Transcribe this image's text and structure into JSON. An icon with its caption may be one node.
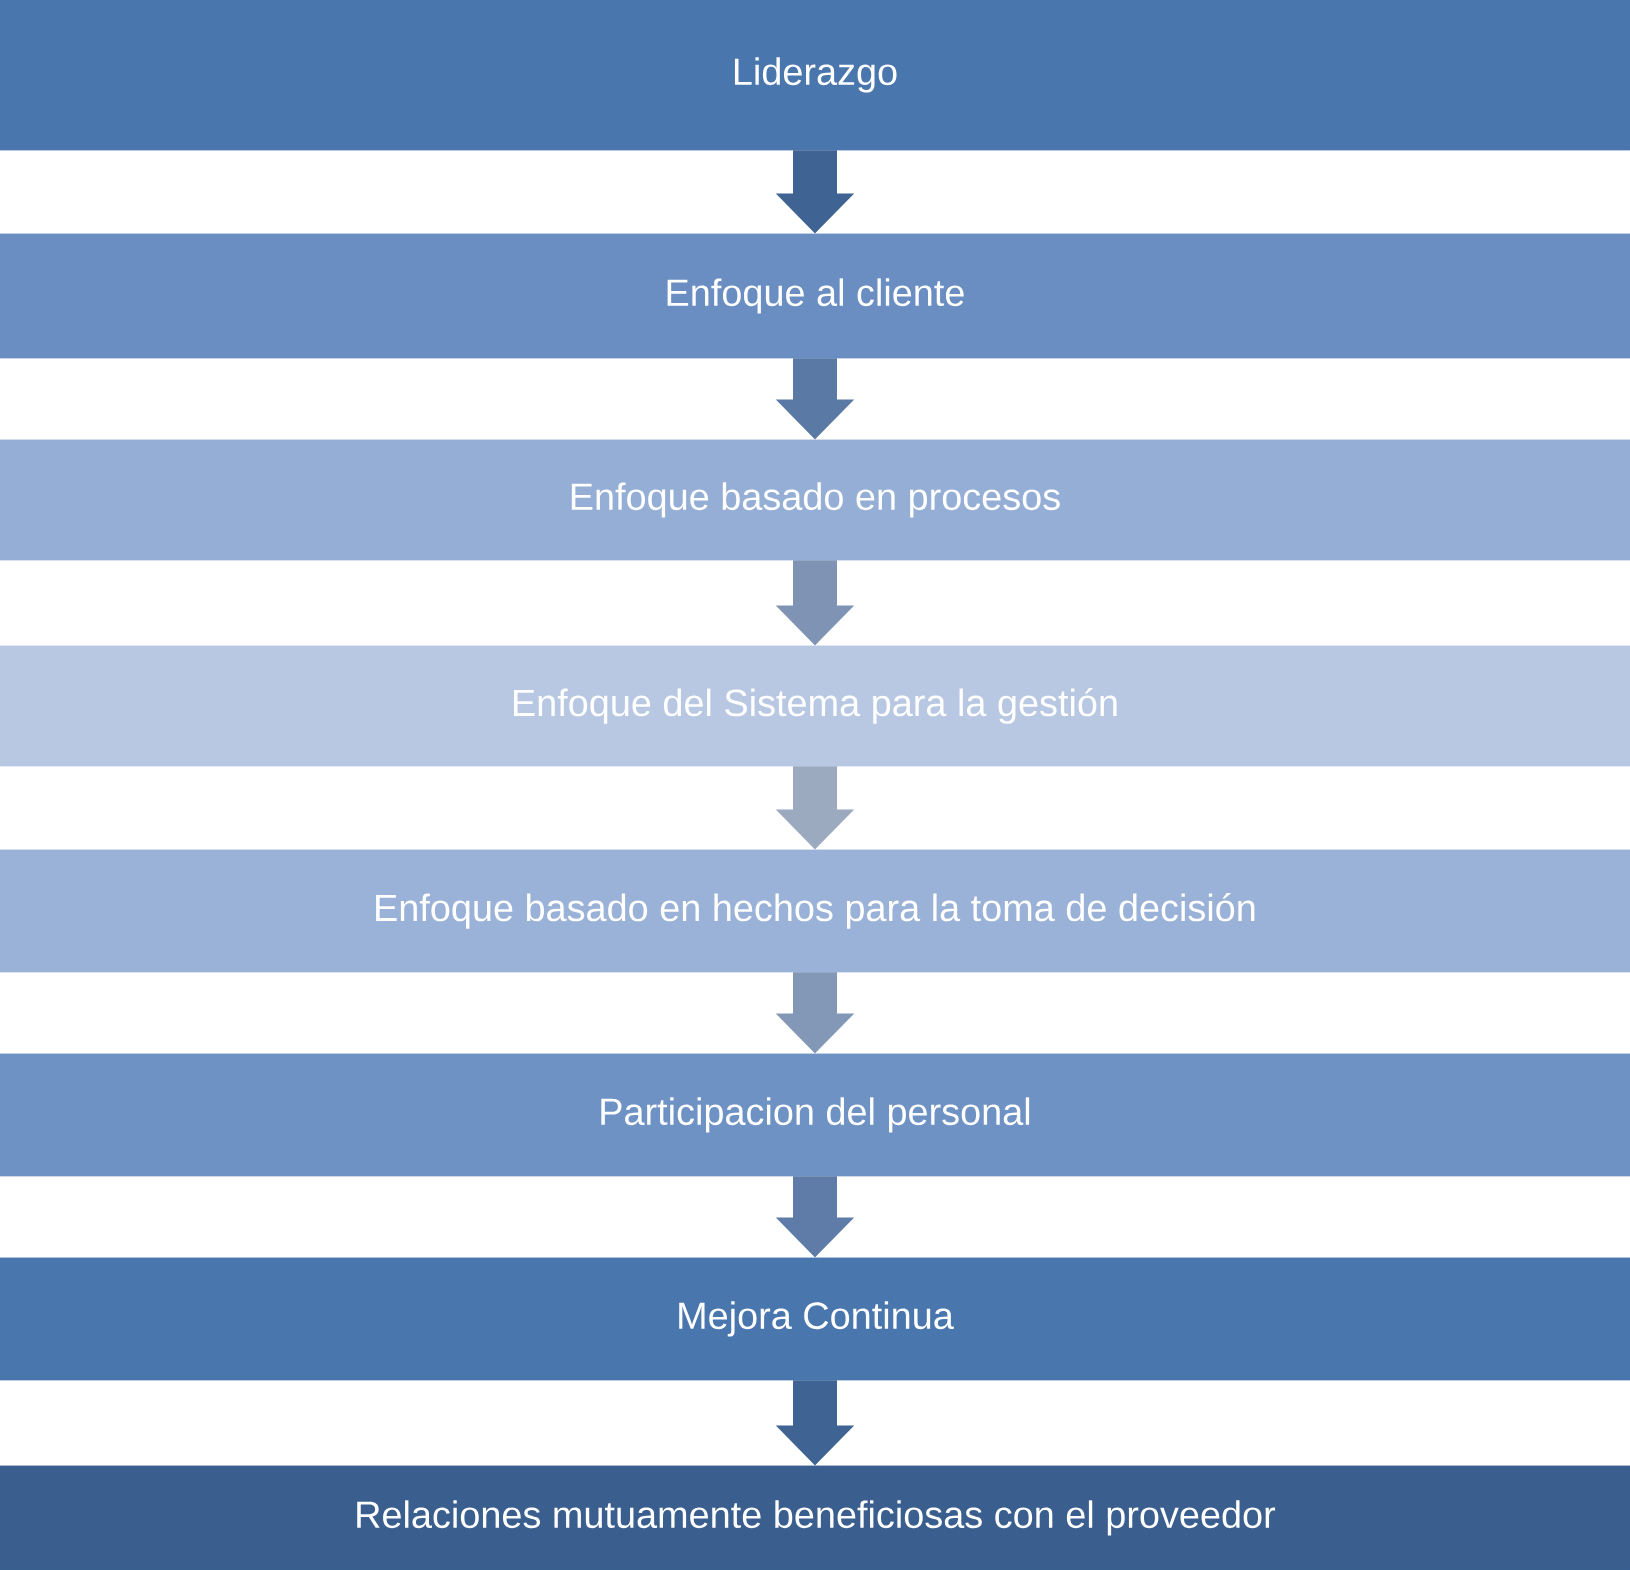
{
  "diagram": {
    "nodes": [
      {
        "text": [
          "Liderazgo"
        ]
      },
      {
        "text": [
          "Enfoque al cliente"
        ]
      },
      {
        "text": [
          "Enfoque basado en procesos"
        ]
      },
      {
        "text": [
          "Enfoque del Sistema para la gestión"
        ]
      },
      {
        "text": [
          "Enfoque basado en hechos para la toma de decisión"
        ]
      },
      {
        "text": [
          "Participacion del personal"
        ]
      },
      {
        "text": [
          "Mejora Continua"
        ]
      },
      {
        "text": [
          "Relaciones mutuamente beneficiosas con el proveedor"
        ]
      }
    ],
    "edges": [
      {
        "from": 0,
        "to": 1,
        "arrow": "to",
        "color": "#3f6494"
      },
      {
        "from": 1,
        "to": 2,
        "arrow": "to",
        "color": "#5a79a5"
      },
      {
        "from": 2,
        "to": 3,
        "arrow": "to",
        "color": "#7f94b5"
      },
      {
        "from": 3,
        "to": 4,
        "arrow": "to",
        "color": "#9caac0"
      },
      {
        "from": 4,
        "to": 5,
        "arrow": "to",
        "color": "#8397b7"
      },
      {
        "from": 5,
        "to": 6,
        "arrow": "to",
        "color": "#5e7ca7"
      },
      {
        "from": 6,
        "to": 7,
        "arrow": "to",
        "color": "#3f6494"
      }
    ]
  }
}
